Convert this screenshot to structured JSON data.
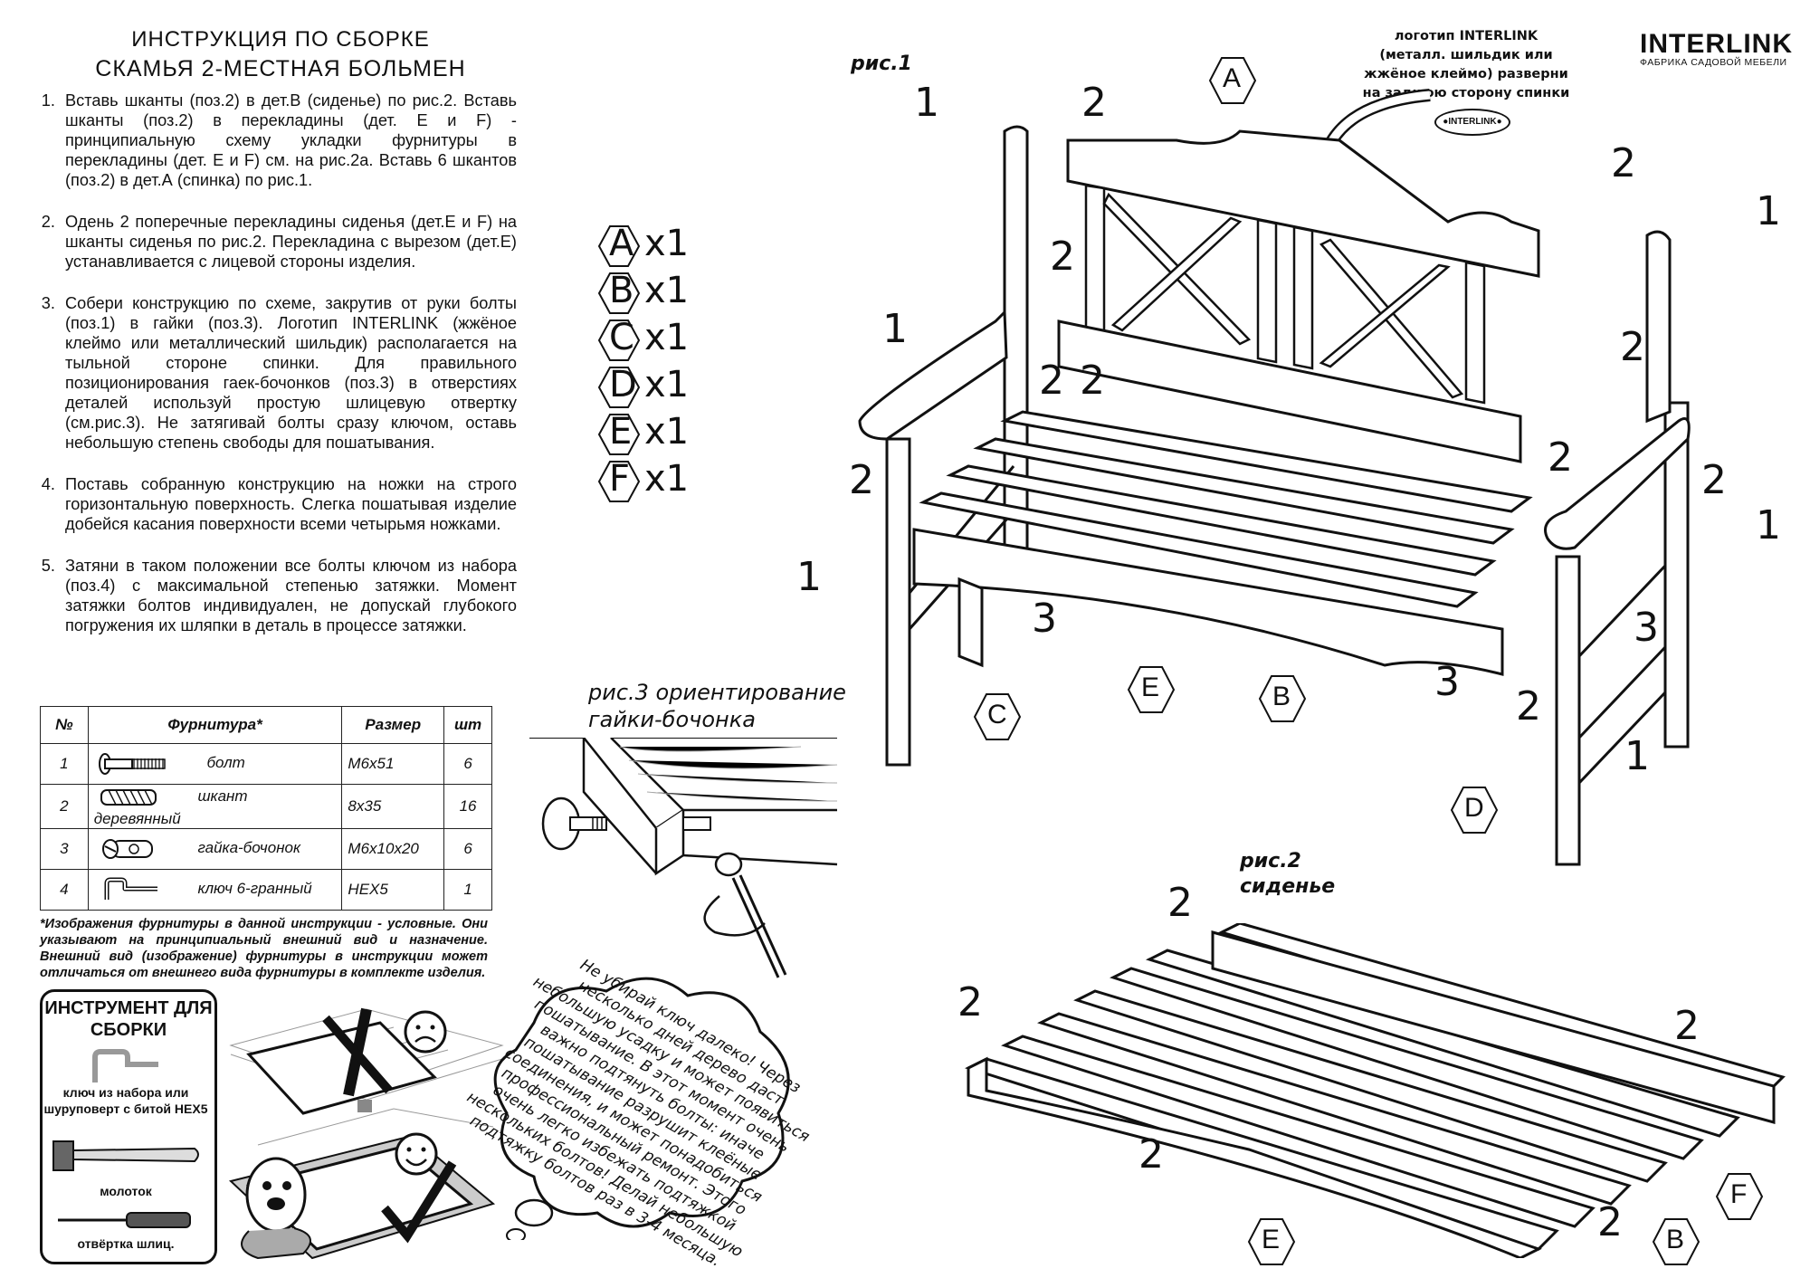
{
  "header": {
    "title": "ИНСТРУКЦИЯ ПО СБОРКЕ",
    "subtitle": "СКАМЬЯ 2-МЕСТНАЯ БОЛЬМЕН"
  },
  "steps": [
    "Вставь шканты (поз.2) в дет.В (сиденье) по рис.2. Вставь шканты (поз.2) в перекладины (дет. Е и F) - принципиальную схему укладки фурнитуры в перекладины (дет. Е и F) см. на рис.2а. Вставь 6 шкантов (поз.2) в дет.А (спинка) по рис.1.",
    "Одень 2 поперечные перекладины сиденья (дет.Е и F) на шканты сиденья по рис.2. Перекладина с вырезом (дет.Е) устанавливается с лицевой стороны изделия.",
    "Собери конструкцию по схеме, закрутив от руки болты (поз.1) в гайки (поз.3). Логотип INTERLINK (жжёное клеймо или металлический шильдик) располагается на тыльной стороне спинки. Для правильного позиционирования гаек-бочонков (поз.3) в отверстиях деталей используй простую шлицевую отвертку (см.рис.3). Не затягивай болты сразу ключом, оставь небольшую степень свободы для пошатывания.",
    "Поставь собранную конструкцию на ножки на строго горизонтальную поверхность. Слегка пошатывая изделие добейся касания поверхности всеми четырьмя ножками.",
    "Затяни в таком положении все болты ключом из набора (поз.4) с максимальной степенью затяжки. Момент затяжки болтов индивидуален, не допускай глубокого погружения их шляпки в деталь в процессе затяжки."
  ],
  "hardware_table": {
    "headers": [
      "№",
      "Фурнитура*",
      "Размер",
      "шт"
    ],
    "rows": [
      {
        "num": "1",
        "name": "болт",
        "icon": "bolt-icon",
        "size": "М6х51",
        "qty": "6"
      },
      {
        "num": "2",
        "name": "шкант деревянный",
        "icon": "dowel-icon",
        "size": "8х35",
        "qty": "16"
      },
      {
        "num": "3",
        "name": "гайка-бочонок",
        "icon": "barrel-nut-icon",
        "size": "М6х10х20",
        "qty": "6"
      },
      {
        "num": "4",
        "name": "ключ 6-гранный",
        "icon": "hex-key-icon",
        "size": "HEX5",
        "qty": "1"
      }
    ]
  },
  "footnote": "*Изображения фурнитуры в данной инструкции - условные. Они указывают на принципиальный внешний вид и назначение. Внешний вид (изображение) фурнитуры в инструкции может отличаться от внешнего вида фурнитуры в комплекте изделия.",
  "tools": {
    "title": "ИНСТРУМЕНТ ДЛЯ СБОРКИ",
    "items": [
      {
        "label": "ключ из набора или шуруповерт с битой HEX5",
        "icon": "hex-key-icon"
      },
      {
        "label": "молоток",
        "icon": "hammer-icon"
      },
      {
        "label": "отвёртка шлиц.",
        "icon": "screwdriver-icon"
      }
    ]
  },
  "tip_cloud": "Не убирай ключ далеко! Через несколько дней дерево даст небольшую усадку и может появиться пошатывание. В этот момент очень важно подтянуть болты: иначе пошатывание разрушит клеёные соединения, и может понадобиться профессиональный ремонт. Этого очень легко избежать подтяжкой нескольких болтов! Делай небольшую подтяжку болтов раз в 3-4 месяца.",
  "parts": [
    {
      "letter": "A",
      "qty": "x1"
    },
    {
      "letter": "B",
      "qty": "x1"
    },
    {
      "letter": "C",
      "qty": "x1"
    },
    {
      "letter": "D",
      "qty": "x1"
    },
    {
      "letter": "E",
      "qty": "x1"
    },
    {
      "letter": "F",
      "qty": "x1"
    }
  ],
  "figures": {
    "fig1": "рис.1",
    "fig2": "рис.2\nсиденье",
    "fig3": "рис.3 ориентирование\nгайки-бочонка"
  },
  "logo_note": {
    "caption": "логотип INTERLINK\n(металл. шильдик или\nжжёное клеймо) разверни\nна заднюю сторону спинки",
    "badge": "●INTERLINK●"
  },
  "brand": {
    "name": "INTERLINK",
    "sub": "ФАБРИКА САДОВОЙ МЕБЕЛИ"
  },
  "callouts": {
    "one": "1",
    "two": "2",
    "three": "3",
    "a": "A",
    "b": "B",
    "c": "C",
    "d": "D",
    "e": "E",
    "f": "F"
  }
}
